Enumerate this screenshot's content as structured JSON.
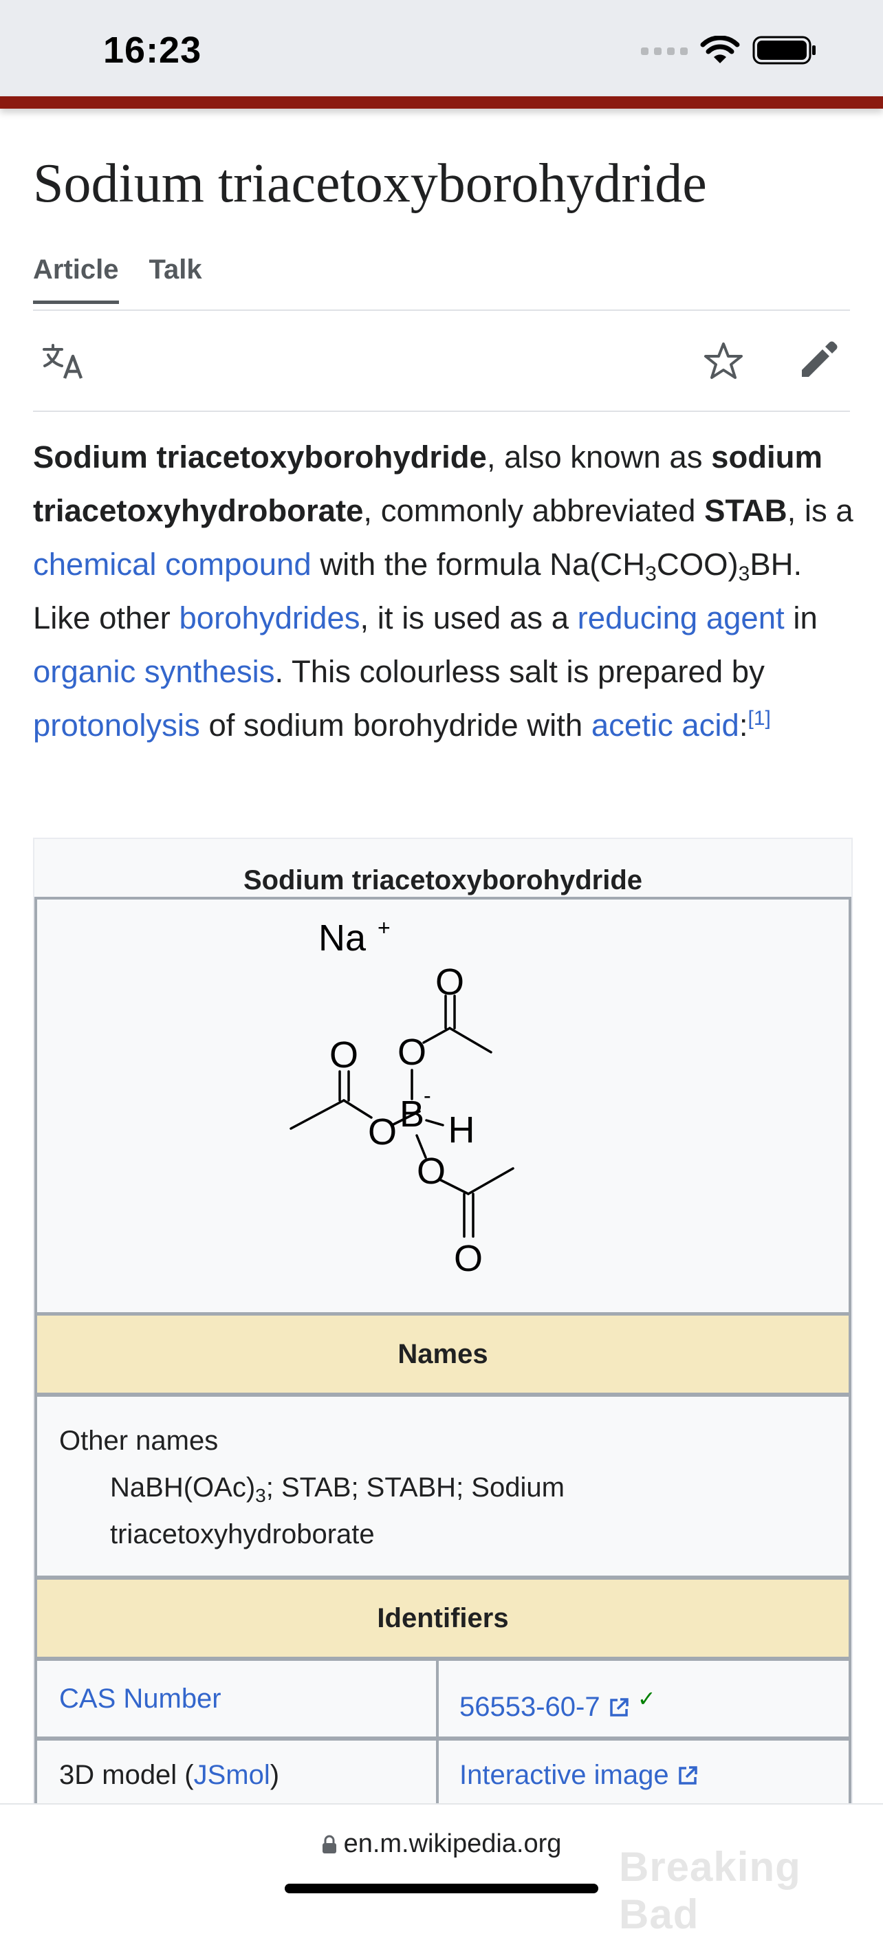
{
  "status_bar": {
    "time": "16:23"
  },
  "page": {
    "title": "Sodium triacetoxyborohydride",
    "tabs": [
      {
        "label": "Article",
        "active": true
      },
      {
        "label": "Talk",
        "active": false
      }
    ]
  },
  "toolbar": {
    "icons": [
      "translate-icon",
      "star-icon",
      "edit-pencil-icon"
    ]
  },
  "lead": {
    "bold_name": "Sodium triacetoxyborohydride",
    "t1": ", also known as ",
    "bold_alt": "sodium triacetoxyhydroborate",
    "t2": ", commonly abbreviated ",
    "bold_abbr": "STAB",
    "t3": ", is a ",
    "link_chemical_compound": "chemical compound",
    "t4": " with the formula Na(CH",
    "sub3a": "3",
    "t5": "COO)",
    "sub3b": "3",
    "t6": "BH. Like other ",
    "link_borohydrides": "borohydrides",
    "t7": ", it is used as a ",
    "link_reducing_agent": "reducing agent",
    "t8": " in ",
    "link_organic_synthesis": "organic synthesis",
    "t9": ". This colourless salt is prepared by ",
    "link_protonolysis": "protonolysis",
    "t10": " of sodium borohydride with ",
    "link_acetic_acid": "acetic acid",
    "t11": ":",
    "ref": "[1]"
  },
  "infobox": {
    "caption": "Sodium triacetoxyborohydride",
    "structure_labels": {
      "na": "Na",
      "plus": "+",
      "o": "O",
      "b": "B",
      "minus": "-",
      "h": "H"
    },
    "names_header": "Names",
    "other_names_label": "Other names",
    "other_names_a": "NaBH(OAc)",
    "other_names_sub": "3",
    "other_names_b": "; STAB; STABH; Sodium triacetoxyhydroborate",
    "identifiers_header": "Identifiers",
    "rows": [
      {
        "label": "CAS Number",
        "value": "56553-60-7",
        "check": "✓"
      },
      {
        "label_prefix": "3D model (",
        "label_link": "JSmol",
        "label_suffix": ")",
        "value": "Interactive image"
      }
    ]
  },
  "url_bar": {
    "url": "en.m.wikipedia.org"
  },
  "watermark": "Breaking Bad"
}
